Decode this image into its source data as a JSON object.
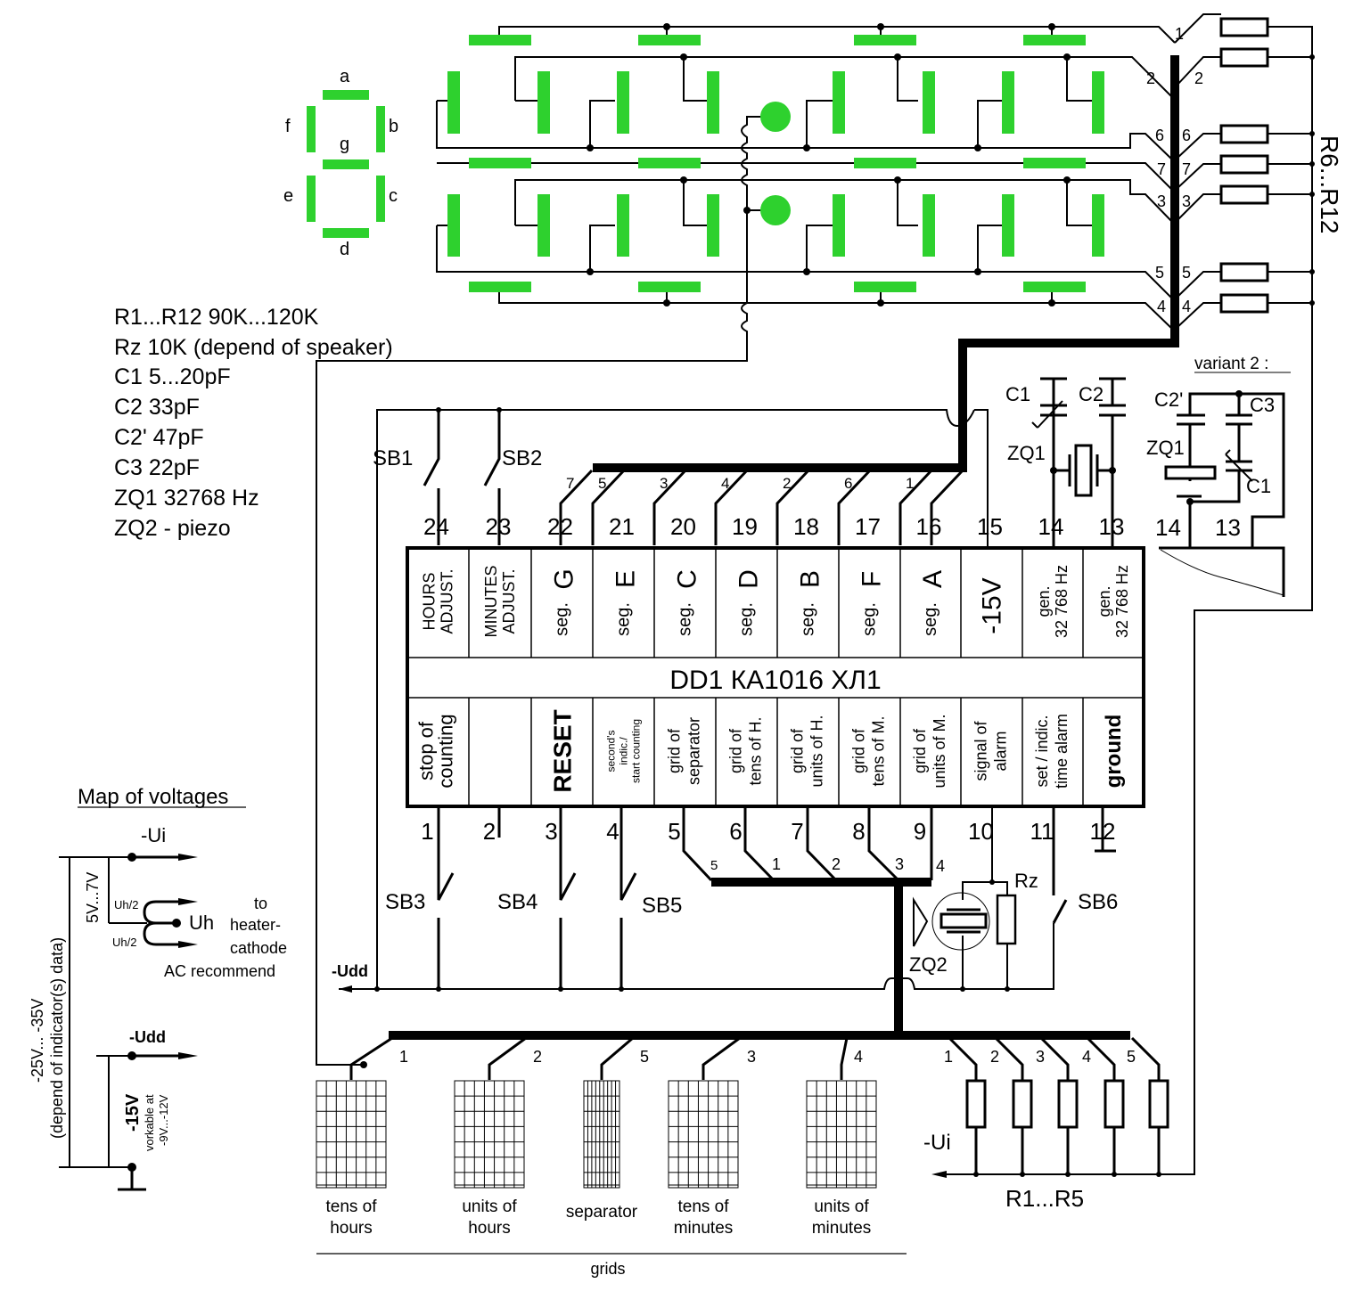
{
  "segment_legend": {
    "a": "a",
    "b": "b",
    "c": "c",
    "d": "d",
    "e": "e",
    "f": "f",
    "g": "g"
  },
  "component_list": [
    "R1...R12 90K...120K",
    "Rz 10K (depend of speaker)",
    "C1 5...20pF",
    "C2 33pF",
    "C2' 47pF",
    "C3 22pF",
    "ZQ1 32768 Hz",
    "ZQ2 - piezo"
  ],
  "colors": {
    "segment_green": "#2ed12e",
    "wire": "#000000"
  },
  "chip": {
    "title": "DD1 КА1016 ХЛ1",
    "top_pins": [
      {
        "num": "24",
        "label1": "HOURS",
        "label2": "ADJUST."
      },
      {
        "num": "23",
        "label1": "MINUTES",
        "label2": "ADJUST."
      },
      {
        "num": "22",
        "label1": "seg.",
        "label2": "G",
        "bus": "7"
      },
      {
        "num": "21",
        "label1": "seg.",
        "label2": "E",
        "bus": "5"
      },
      {
        "num": "20",
        "label1": "seg.",
        "label2": "C",
        "bus": "3"
      },
      {
        "num": "19",
        "label1": "seg.",
        "label2": "D",
        "bus": "4"
      },
      {
        "num": "18",
        "label1": "seg.",
        "label2": "B",
        "bus": "2"
      },
      {
        "num": "17",
        "label1": "seg.",
        "label2": "F",
        "bus": "6"
      },
      {
        "num": "16",
        "label1": "seg.",
        "label2": "A",
        "bus": "1"
      },
      {
        "num": "15",
        "label1": "-15V",
        "label2": ""
      },
      {
        "num": "14",
        "label1": "gen.",
        "label2": "32 768 Hz"
      },
      {
        "num": "13",
        "label1": "gen.",
        "label2": "32 768 Hz"
      }
    ],
    "bottom_pins": [
      {
        "num": "1",
        "label1": "stop of",
        "label2": "counting"
      },
      {
        "num": "2",
        "label1": "",
        "label2": ""
      },
      {
        "num": "3",
        "label1": "RESET",
        "label2": ""
      },
      {
        "num": "4",
        "label1": "second's",
        "label2": "indic./",
        "label3": "start counting"
      },
      {
        "num": "5",
        "label1": "grid of",
        "label2": "separator",
        "bus": "5"
      },
      {
        "num": "6",
        "label1": "grid of",
        "label2": "tens of H.",
        "bus": "1"
      },
      {
        "num": "7",
        "label1": "grid of",
        "label2": "units of H.",
        "bus": "2"
      },
      {
        "num": "8",
        "label1": "grid of",
        "label2": "tens of M.",
        "bus": "3"
      },
      {
        "num": "9",
        "label1": "grid of",
        "label2": "units of M.",
        "bus": "4"
      },
      {
        "num": "10",
        "label1": "signal of",
        "label2": "alarm"
      },
      {
        "num": "11",
        "label1": "set / indic.",
        "label2": "time alarm"
      },
      {
        "num": "12",
        "label1": "ground",
        "label2": ""
      }
    ]
  },
  "switches": {
    "sb1": "SB1",
    "sb2": "SB2",
    "sb3": "SB3",
    "sb4": "SB4",
    "sb5": "SB5",
    "sb6": "SB6"
  },
  "oscillator": {
    "c1": "C1",
    "c2": "C2",
    "zq1": "ZQ1",
    "pin14": "14",
    "pin13": "13"
  },
  "variant2": {
    "title": "variant 2 :",
    "c2p": "C2'",
    "c3": "C3",
    "zq1": "ZQ1",
    "c1": "C1",
    "pin14": "14",
    "pin13": "13"
  },
  "alarm": {
    "rz": "Rz",
    "zq2": "ZQ2"
  },
  "resistors_top": {
    "label": "R6...R12",
    "left_nums": [
      "1",
      "2",
      "6",
      "7",
      "3",
      "5",
      "4"
    ],
    "right_nums": [
      "2",
      "6",
      "7",
      "3",
      "5",
      "4"
    ]
  },
  "resistors_bottom": {
    "label": "R1...R5",
    "nums": [
      "1",
      "2",
      "3",
      "4",
      "5"
    ],
    "ui": "-Ui"
  },
  "udd_label": "-Udd",
  "grids": {
    "title": "grids",
    "items": [
      {
        "num": "1",
        "line1": "tens of",
        "line2": "hours"
      },
      {
        "num": "2",
        "line1": "units of",
        "line2": "hours"
      },
      {
        "num": "5",
        "line1": "separator",
        "line2": ""
      },
      {
        "num": "3",
        "line1": "tens of",
        "line2": "minutes"
      },
      {
        "num": "4",
        "line1": "units of",
        "line2": "minutes"
      }
    ]
  },
  "voltage_map": {
    "title": "Map of voltages",
    "ui": "-Ui",
    "v5_7": "5V...7V",
    "uh_half": "Uh/2",
    "uh": "Uh",
    "to": "to",
    "heater": "heater-",
    "cathode": "cathode",
    "ac": "AC recommend",
    "range": "-25V... -35V",
    "range_note": "(depend of indicator(s) data)",
    "udd": "-Udd",
    "v15": "-15V",
    "workable": "vorkable at",
    "workable_range": "-9V...-12V"
  }
}
